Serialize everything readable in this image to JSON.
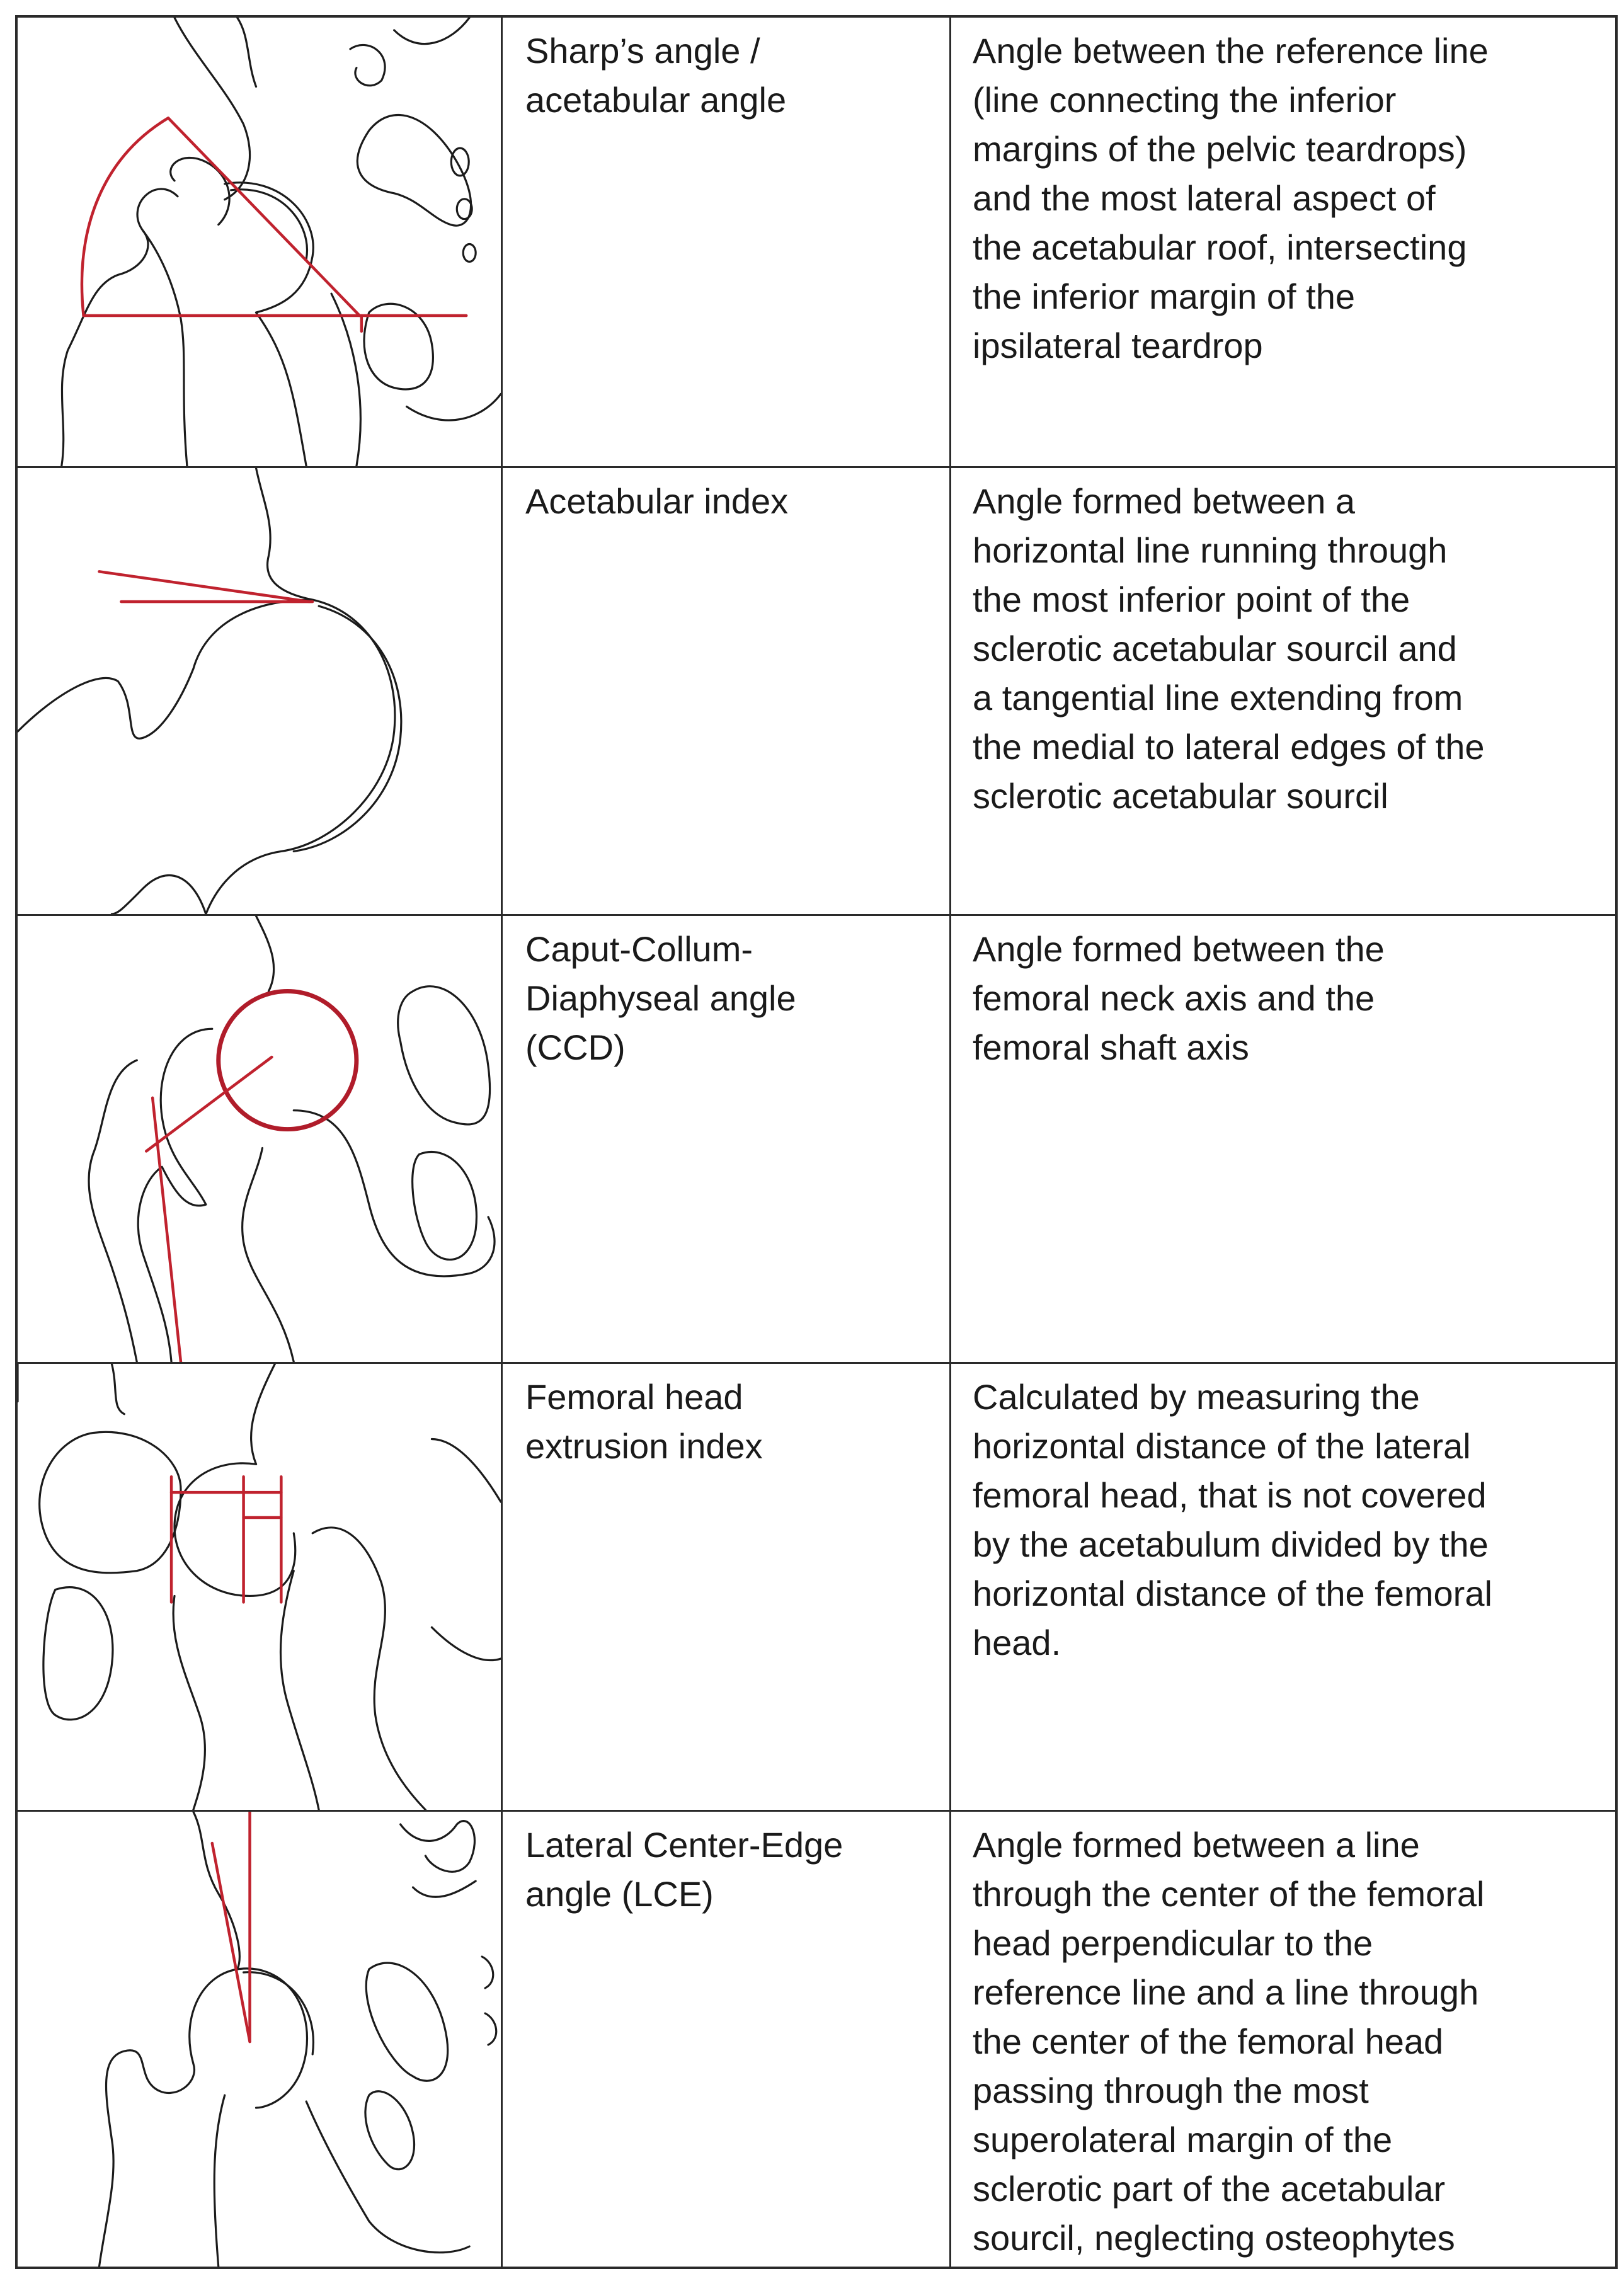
{
  "colors": {
    "measurement_line": "#c0222e",
    "outline": "#1b1b1b",
    "grid": "#2a2a2a"
  },
  "rows": [
    {
      "name": "Sharp’s angle /\nacetabular angle",
      "description": "Angle between the reference line\n(line connecting the inferior\nmargins of the pelvic teardrops)\nand the most lateral aspect of\nthe acetabular roof, intersecting\nthe inferior margin of the\nipsilateral teardrop"
    },
    {
      "name": "Acetabular index",
      "description": "Angle formed between a\nhorizontal line running through\nthe most inferior point of the\nsclerotic acetabular sourcil and\na tangential line extending from\nthe medial to lateral edges of the\nsclerotic acetabular sourcil"
    },
    {
      "name": "Caput-Collum-\nDiaphyseal angle\n(CCD)",
      "description": "Angle formed between the\nfemoral neck axis and the\nfemoral shaft axis"
    },
    {
      "name": "Femoral head\nextrusion index",
      "description": "Calculated by measuring the\nhorizontal distance of the lateral\nfemoral head, that is not covered\nby the acetabulum divided by the\nhorizontal distance of the femoral\nhead."
    },
    {
      "name": "Lateral Center-Edge\nangle (LCE)",
      "description": "Angle formed between a line\nthrough the center of the femoral\nhead perpendicular to the\nreference line and a line through\nthe center of the femoral head\npassing through the most\nsuperolateral margin of the\nsclerotic part of the acetabular\nsourcil, neglecting osteophytes"
    }
  ]
}
